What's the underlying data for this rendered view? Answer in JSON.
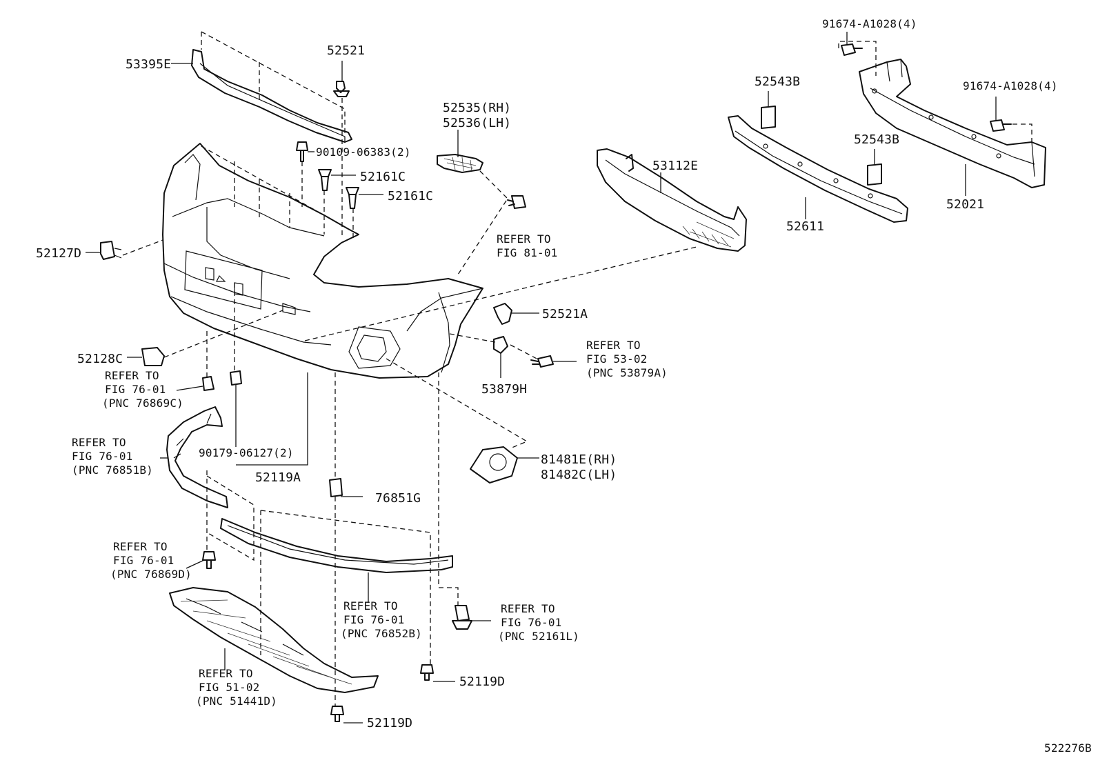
{
  "diagram": {
    "figure_code": "522276B",
    "labels": [
      {
        "id": "p53395E",
        "text": "53395E"
      },
      {
        "id": "p52521",
        "text": "52521"
      },
      {
        "id": "p90109",
        "text": "90109-06383(2)"
      },
      {
        "id": "p52161C_a",
        "text": "52161C"
      },
      {
        "id": "p52161C_b",
        "text": "52161C"
      },
      {
        "id": "p52535",
        "text": "52535(RH)"
      },
      {
        "id": "p52536",
        "text": "52536(LH)"
      },
      {
        "id": "ref81_1",
        "text": "REFER TO"
      },
      {
        "id": "ref81_2",
        "text": "FIG 81-01"
      },
      {
        "id": "p52127D",
        "text": "52127D"
      },
      {
        "id": "p53112E",
        "text": "53112E"
      },
      {
        "id": "p52543B_a",
        "text": "52543B"
      },
      {
        "id": "p52543B_b",
        "text": "52543B"
      },
      {
        "id": "p52611",
        "text": "52611"
      },
      {
        "id": "p91674_a",
        "text": "91674-A1028(4)"
      },
      {
        "id": "p91674_b",
        "text": "91674-A1028(4)"
      },
      {
        "id": "p52021",
        "text": "52021"
      },
      {
        "id": "p52521A",
        "text": "52521A"
      },
      {
        "id": "ref53_1",
        "text": "REFER TO"
      },
      {
        "id": "ref53_2",
        "text": "FIG 53-02"
      },
      {
        "id": "ref53_3",
        "text": "(PNC 53879A)"
      },
      {
        "id": "p53879H",
        "text": "53879H"
      },
      {
        "id": "p52128C",
        "text": "52128C"
      },
      {
        "id": "ref76c_1",
        "text": "REFER TO"
      },
      {
        "id": "ref76c_2",
        "text": "FIG 76-01"
      },
      {
        "id": "ref76c_3",
        "text": "(PNC 76869C)"
      },
      {
        "id": "ref76b_1",
        "text": "REFER TO"
      },
      {
        "id": "ref76b_2",
        "text": "FIG 76-01"
      },
      {
        "id": "ref76b_3",
        "text": "(PNC 76851B)"
      },
      {
        "id": "p90179",
        "text": "90179-06127(2)"
      },
      {
        "id": "p52119A",
        "text": "52119A"
      },
      {
        "id": "p81481E",
        "text": "81481E(RH)"
      },
      {
        "id": "p81482C",
        "text": "81482C(LH)"
      },
      {
        "id": "p76851G",
        "text": "76851G"
      },
      {
        "id": "ref76d_1",
        "text": "REFER TO"
      },
      {
        "id": "ref76d_2",
        "text": "FIG 76-01"
      },
      {
        "id": "ref76d_3",
        "text": "(PNC 76869D)"
      },
      {
        "id": "ref76e_1",
        "text": "REFER TO"
      },
      {
        "id": "ref76e_2",
        "text": "FIG 76-01"
      },
      {
        "id": "ref76e_3",
        "text": "(PNC 76852B)"
      },
      {
        "id": "ref76f_1",
        "text": "REFER TO"
      },
      {
        "id": "ref76f_2",
        "text": "FIG 76-01"
      },
      {
        "id": "ref76f_3",
        "text": "(PNC 52161L)"
      },
      {
        "id": "ref51_1",
        "text": "REFER TO"
      },
      {
        "id": "ref51_2",
        "text": "FIG 51-02"
      },
      {
        "id": "ref51_3",
        "text": "(PNC 51441D)"
      },
      {
        "id": "p52119D_a",
        "text": "52119D"
      },
      {
        "id": "p52119D_b",
        "text": "52119D"
      }
    ]
  }
}
